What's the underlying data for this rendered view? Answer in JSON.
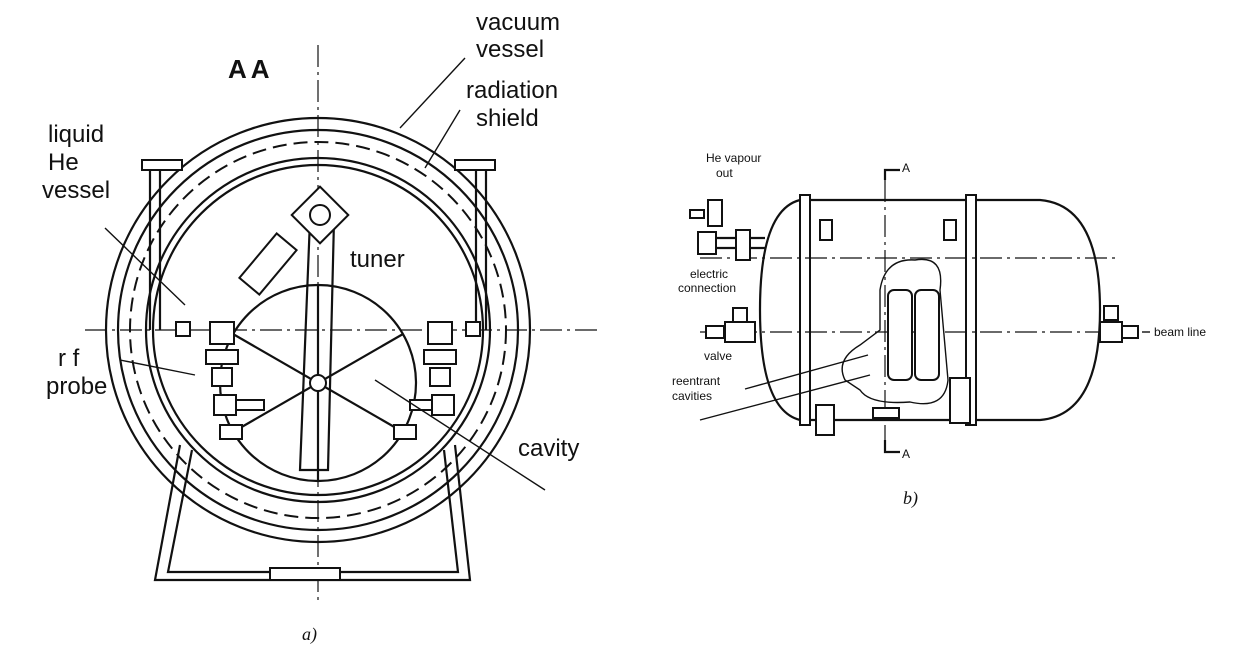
{
  "figure_a": {
    "section_label": "AA",
    "labels": {
      "vacuum_vessel_1": "vacuum",
      "vacuum_vessel_2": "vessel",
      "radiation_shield_1": "radiation",
      "radiation_shield_2": "shield",
      "liquid_he_1": "liquid",
      "liquid_he_2": "He",
      "liquid_he_3": "vessel",
      "tuner": "tuner",
      "rf_probe_1": "r f",
      "rf_probe_2": "probe",
      "cavity": "cavity"
    },
    "caption": "a)"
  },
  "figure_b": {
    "labels": {
      "he_vapour_1": "He vapour",
      "he_vapour_2": "out",
      "electric_1": "electric",
      "electric_2": "connection",
      "valve": "valve",
      "reentrant_1": "reentrant",
      "reentrant_2": "cavities",
      "beam_line": "beam line",
      "section_top": "A",
      "section_bottom": "A"
    },
    "caption": "b)"
  }
}
